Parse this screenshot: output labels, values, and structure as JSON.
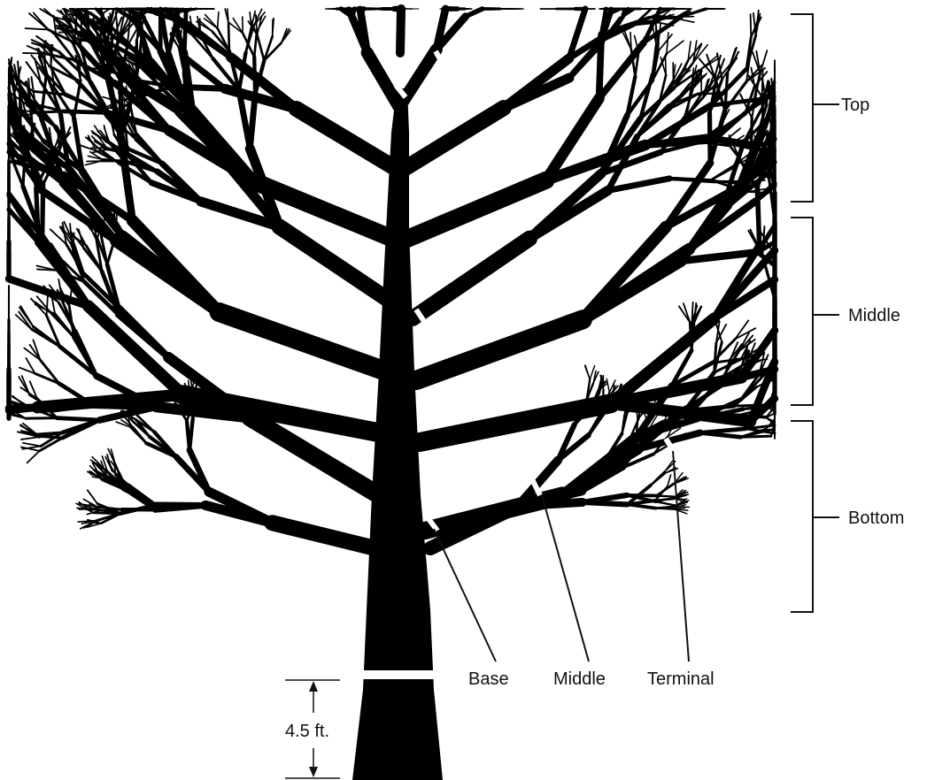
{
  "crown_sections": {
    "top": "Top",
    "middle": "Middle",
    "bottom": "Bottom"
  },
  "branch_positions": {
    "base": "Base",
    "middle": "Middle",
    "terminal": "Terminal"
  },
  "height_marker": {
    "label": "4.5 ft."
  }
}
